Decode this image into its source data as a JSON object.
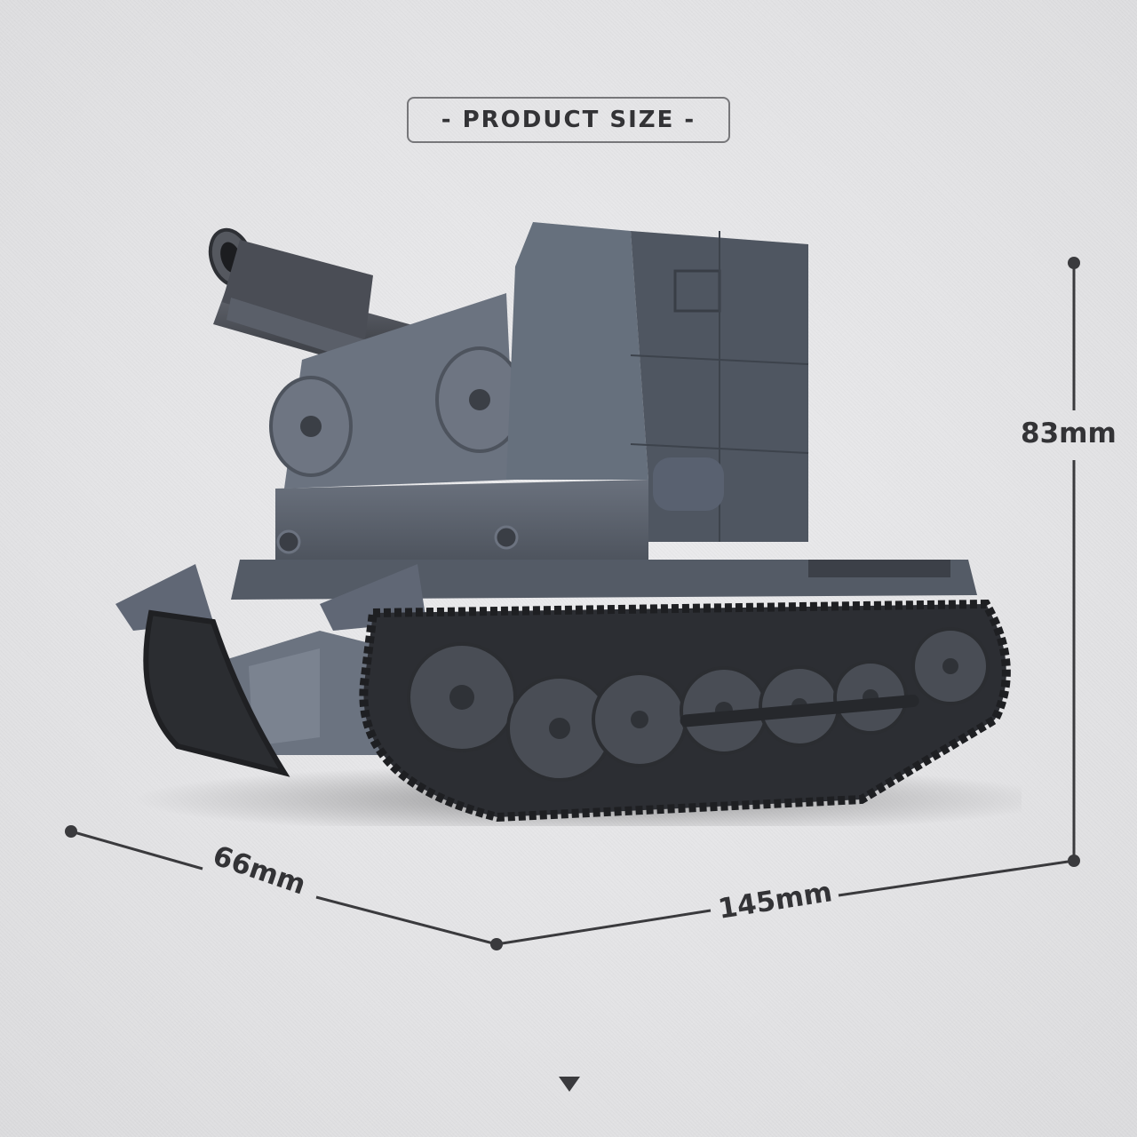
{
  "header": {
    "title": "- PRODUCT SIZE -"
  },
  "dimensions": {
    "height": "83mm",
    "depth": "66mm",
    "width": "145mm"
  },
  "product": {
    "subject": "tank-model-brick-set",
    "description": "Grey brick-built self-propelled artillery tank with tracked chassis"
  },
  "navigation": {
    "scroll_indicator": "down-arrow"
  },
  "colors": {
    "background": "#e4e4e6",
    "text": "#333336",
    "border": "#77777a",
    "dimension_line": "#3a3a3d",
    "tank_body": "#5d6470",
    "tank_dark": "#3d424b",
    "track": "#2a2c30"
  }
}
